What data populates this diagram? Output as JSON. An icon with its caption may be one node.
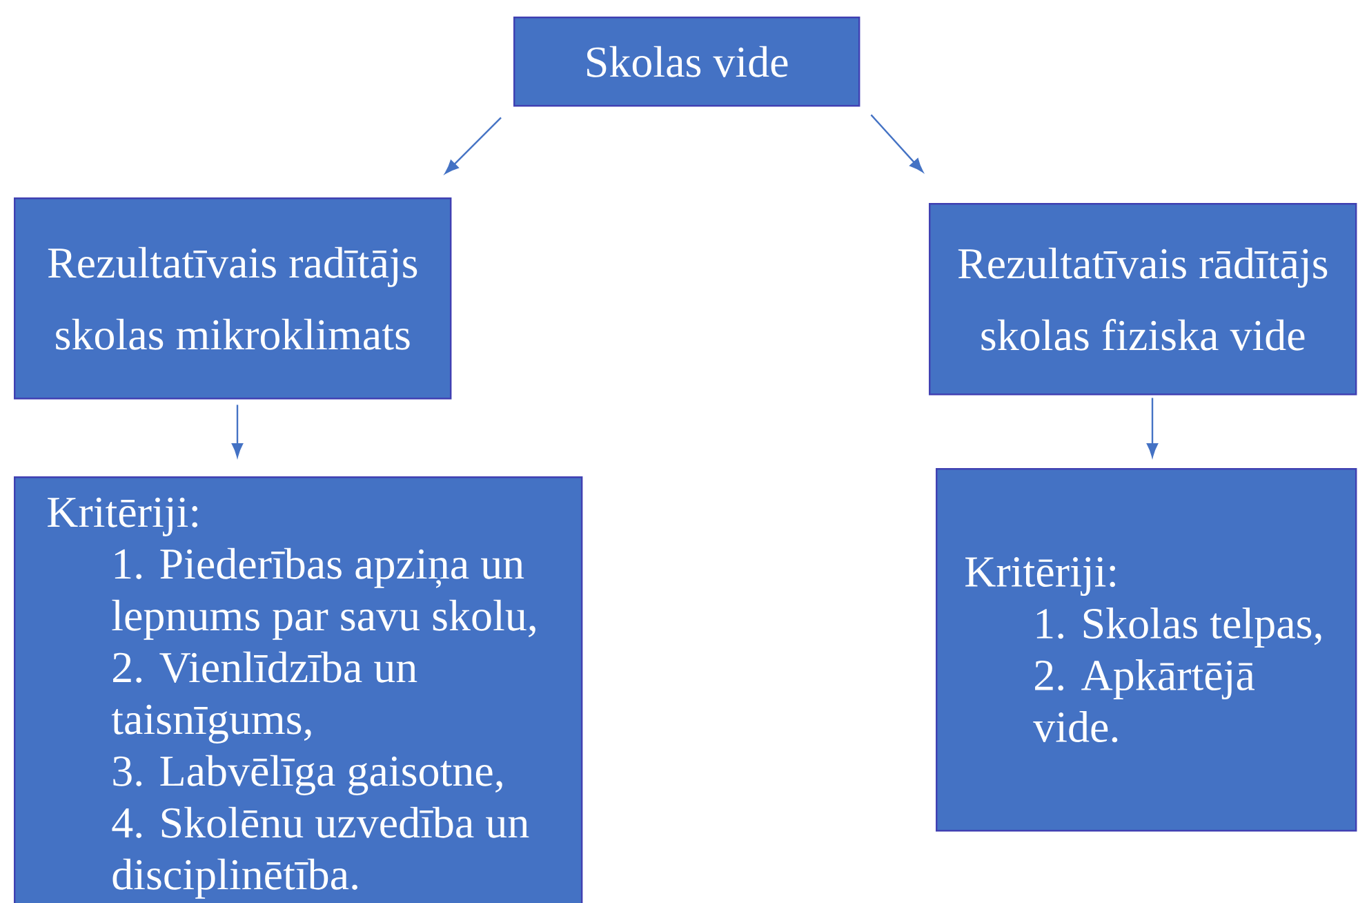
{
  "diagram": {
    "nodes": [
      {
        "text": [
          "Skolas vide"
        ]
      },
      {
        "text": [
          "Rezultatīvais radītājs skolas mikroklimats"
        ]
      },
      {
        "text": [
          "Rezultatīvais rādītājs skolas fiziska vide"
        ]
      },
      {
        "text": [
          "Kritēriji:",
          "1. Piederības apziņa un lepnums par savu skolu,",
          "2. Vienlīdzība un taisnīgums,",
          "3. Labvēlīga gaisotne,",
          "4. Skolēnu uzvedība un disciplinētība."
        ]
      },
      {
        "text": [
          "Kritēriji:",
          "1. Skolas telpas,",
          "2. Apkārtējā vide."
        ]
      }
    ],
    "edges": [
      {
        "from": 0,
        "to": 1,
        "arrow": "to"
      },
      {
        "from": 0,
        "to": 2,
        "arrow": "to"
      },
      {
        "from": 1,
        "to": 3,
        "arrow": "to"
      },
      {
        "from": 2,
        "to": 4,
        "arrow": "to"
      }
    ]
  }
}
